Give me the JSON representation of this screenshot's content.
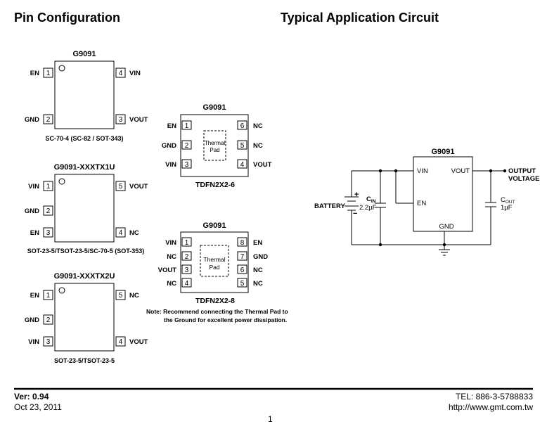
{
  "headings": {
    "pin_config": "Pin Configuration",
    "typical_app": "Typical Application Circuit"
  },
  "pkg1": {
    "title": "G9091",
    "caption": "SC-70-4 (SC-82 / SOT-343)",
    "pins": [
      {
        "num": "1",
        "name": "EN"
      },
      {
        "num": "2",
        "name": "GND"
      },
      {
        "num": "4",
        "name": "VIN"
      },
      {
        "num": "3",
        "name": "VOUT"
      }
    ]
  },
  "pkg2": {
    "title": "G9091-XXXTX1U",
    "caption": "SOT-23-5/TSOT-23-5/SC-70-5 (SOT-353)",
    "pins": [
      {
        "num": "1",
        "name": "VIN"
      },
      {
        "num": "2",
        "name": "GND"
      },
      {
        "num": "3",
        "name": "EN"
      },
      {
        "num": "5",
        "name": "VOUT"
      },
      {
        "num": "4",
        "name": "NC"
      }
    ]
  },
  "pkg3": {
    "title": "G9091-XXXTX2U",
    "caption": "SOT-23-5/TSOT-23-5",
    "pins": [
      {
        "num": "1",
        "name": "EN"
      },
      {
        "num": "2",
        "name": "GND"
      },
      {
        "num": "3",
        "name": "VIN"
      },
      {
        "num": "5",
        "name": "NC"
      },
      {
        "num": "4",
        "name": "VOUT"
      }
    ]
  },
  "pkg4": {
    "title": "G9091",
    "caption": "TDFN2X2-6",
    "pad_line1": "Thermal",
    "pad_line2": "Pad",
    "pins": [
      {
        "num": "1",
        "name": "EN"
      },
      {
        "num": "2",
        "name": "GND"
      },
      {
        "num": "3",
        "name": "VIN"
      },
      {
        "num": "6",
        "name": "NC"
      },
      {
        "num": "5",
        "name": "NC"
      },
      {
        "num": "4",
        "name": "VOUT"
      }
    ]
  },
  "pkg5": {
    "title": "G9091",
    "caption": "TDFN2X2-8",
    "pad_line1": "Thermal",
    "pad_line2": "Pad",
    "pins": [
      {
        "num": "1",
        "name": "VIN"
      },
      {
        "num": "2",
        "name": "NC"
      },
      {
        "num": "3",
        "name": "VOUT"
      },
      {
        "num": "4",
        "name": "NC"
      },
      {
        "num": "8",
        "name": "EN"
      },
      {
        "num": "7",
        "name": "GND"
      },
      {
        "num": "6",
        "name": "NC"
      },
      {
        "num": "5",
        "name": "NC"
      }
    ]
  },
  "note": {
    "line1": "Note: Recommend connecting the Thermal Pad  to",
    "line2": "the Ground for excellent power dissipation."
  },
  "circuit": {
    "chip": "G9091",
    "vin": "VIN",
    "vout": "VOUT",
    "en": "EN",
    "gnd": "GND",
    "output_line1": "OUTPUT",
    "output_line2": "VOLTAGE",
    "battery": "BATTERY",
    "plus": "+",
    "minus": "−",
    "cin_main": "C",
    "cin_sub": "IN",
    "cin_val": "2.2µF",
    "cout_main": "C",
    "cout_sub": "OUT",
    "cout_val": "1µF"
  },
  "footer": {
    "ver": "Ver: 0.94",
    "date": "Oct 23, 2011",
    "tel": "TEL: 886-3-5788833",
    "url": "http://www.gmt.com.tw",
    "page": "1"
  }
}
